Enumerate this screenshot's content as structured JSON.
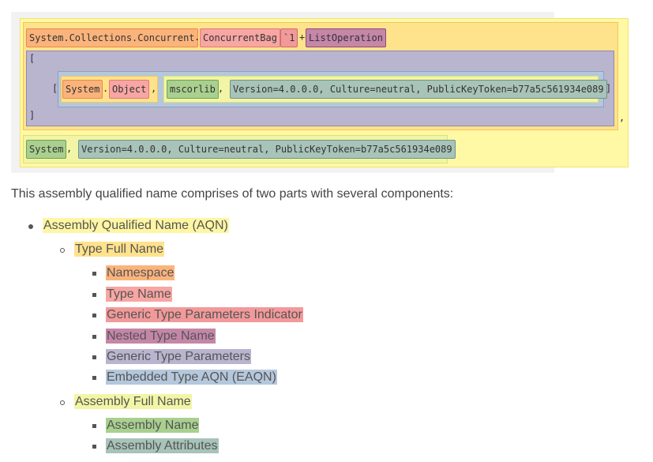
{
  "code": {
    "namespace": "System.Collections.Concurrent",
    "dot1": ".",
    "type_name": "ConcurrentBag",
    "generic_indicator": "`1",
    "plus": "+",
    "nested_type": "ListOperation",
    "open_bracket": "[",
    "inner_open": "[",
    "inner_namespace": "System",
    "dot2": ".",
    "inner_type": "Object",
    "comma1": ",",
    "inner_assembly": "mscorlib",
    "comma2": ",",
    "inner_attributes": "Version=4.0.0.0, Culture=neutral, PublicKeyToken=b77a5c561934e089",
    "inner_close": "]",
    "close_bracket": "]",
    "comma3": ",",
    "assembly_name": "System",
    "comma4": ",",
    "assembly_attributes": "Version=4.0.0.0, Culture=neutral, PublicKeyToken=b77a5c561934e089"
  },
  "paragraph": "This assembly qualified name comprises of two parts with several components:",
  "list": {
    "aqn": "Assembly Qualified Name (AQN)",
    "tfn": "Type Full Name",
    "tfn_items": [
      "Namespace",
      "Type Name",
      "Generic Type Parameters Indicator",
      "Nested Type Name",
      "Generic Type Parameters",
      "Embedded Type AQN (EAQN)"
    ],
    "afn": "Assembly Full Name",
    "afn_items": [
      "Assembly Name",
      "Assembly Attributes"
    ]
  },
  "colors": {
    "aqn": "#fff9a6",
    "tfn": "#ffe28c",
    "namespace": "#fbb37c",
    "type_name": "#f7a6a3",
    "generic_indicator": "#f2999a",
    "nested_type": "#c586a8",
    "generic_params": "#b9b5cf",
    "eaqn": "#b5c7dc",
    "afn": "#f2f5a5",
    "assembly_name": "#a9d08f",
    "assembly_attributes": "#a8c3b8"
  }
}
